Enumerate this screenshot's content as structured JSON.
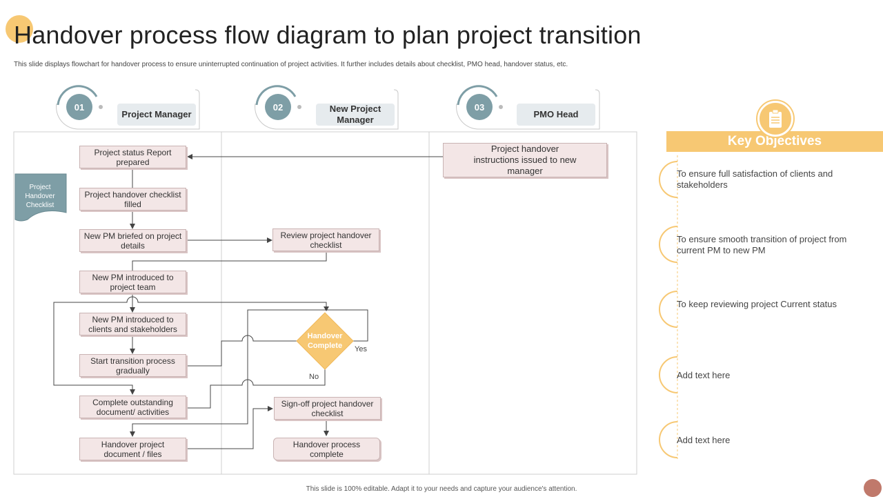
{
  "title": "Handover process flow diagram to plan project transition",
  "subtitle": "This slide displays flowchart for handover process to ensure uninterrupted continuation of project activities. It further includes details about checklist, PMO  head, handover status, etc.",
  "lanes": [
    {
      "number": "01",
      "label": "Project Manager"
    },
    {
      "number": "02",
      "label": "New Project Manager"
    },
    {
      "number": "03",
      "label": "PMO Head"
    }
  ],
  "checklist_doc": "Project Handover Checklist",
  "steps": {
    "status_report": "Project status Report prepared",
    "checklist_filled": "Project handover checklist filled",
    "pm_briefed": "New PM  briefed on project details",
    "pm_team": "New PM  introduced to project team",
    "pm_clients": "New PM  introduced to clients and stakeholders",
    "start_transition": "Start transition process gradually",
    "complete_outstanding": "Complete outstanding document/ activities",
    "handover_docs": "Handover project document / files",
    "review_checklist": "Review project handover checklist",
    "signoff_checklist": "Sign-off project handover checklist",
    "process_complete": "Handover process complete",
    "pmo_instructions": "Project handover  instructions issued to new manager"
  },
  "decision": {
    "label": "Handover Complete",
    "yes": "Yes",
    "no": "No"
  },
  "key_objectives": {
    "heading": "Key Objectives",
    "icon": "clipboard-icon",
    "items": [
      "To ensure full satisfaction of clients and stakeholders",
      "To ensure smooth transition of project from current PM to new PM",
      "To keep reviewing  project Current  status",
      "Add text here",
      "Add text here"
    ]
  },
  "footer": "This slide is 100% editable.  Adapt it to your needs and capture your audience's attention.",
  "colors": {
    "accent": "#f7c873",
    "teal": "#7e9ea6",
    "box": "#f3e6e6",
    "corner": "#c0796b"
  }
}
